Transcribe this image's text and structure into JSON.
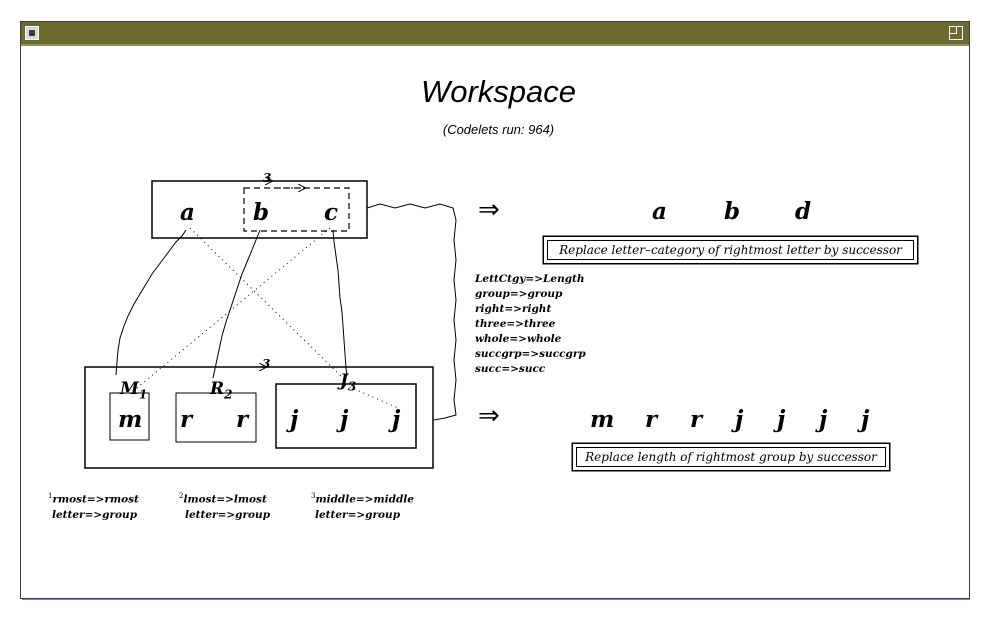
{
  "window": {
    "title": "Workspace",
    "subtitle": "(Codelets run: 964)"
  },
  "initial": {
    "letters": [
      "a",
      "b",
      "c"
    ],
    "bond_label": "3"
  },
  "modified": {
    "letters": [
      "a",
      "b",
      "d"
    ]
  },
  "target": {
    "letters": [
      "m",
      "r",
      "r",
      "j",
      "j",
      "j"
    ],
    "bond_label": "3",
    "groups": [
      {
        "label": "M",
        "sub": "1"
      },
      {
        "label": "R",
        "sub": "2"
      },
      {
        "label": "J",
        "sub": "3"
      }
    ]
  },
  "answer": {
    "letters": [
      "m",
      "r",
      "r",
      "j",
      "j",
      "j",
      "j"
    ]
  },
  "rules": {
    "initial_rule": "Replace letter–category of rightmost letter by successor",
    "translated_rule": "Replace length of rightmost group by successor"
  },
  "slippages": [
    "LettCtgy=>Length",
    "group=>group",
    "right=>right",
    "three=>three",
    "whole=>whole",
    "succgrp=>succgrp",
    "succ=>succ"
  ],
  "correspondence_notes": [
    {
      "num": "1",
      "lines": [
        "rmost=>rmost",
        "letter=>group"
      ]
    },
    {
      "num": "2",
      "lines": [
        "lmost=>lmost",
        "letter=>group"
      ]
    },
    {
      "num": "3",
      "lines": [
        "middle=>middle",
        "letter=>group"
      ]
    }
  ],
  "arrow_glyph": "⇒",
  "colors": {
    "titlebar": "#6b6b2f",
    "window_shadow": "#7f86c9",
    "ink": "#000000"
  }
}
